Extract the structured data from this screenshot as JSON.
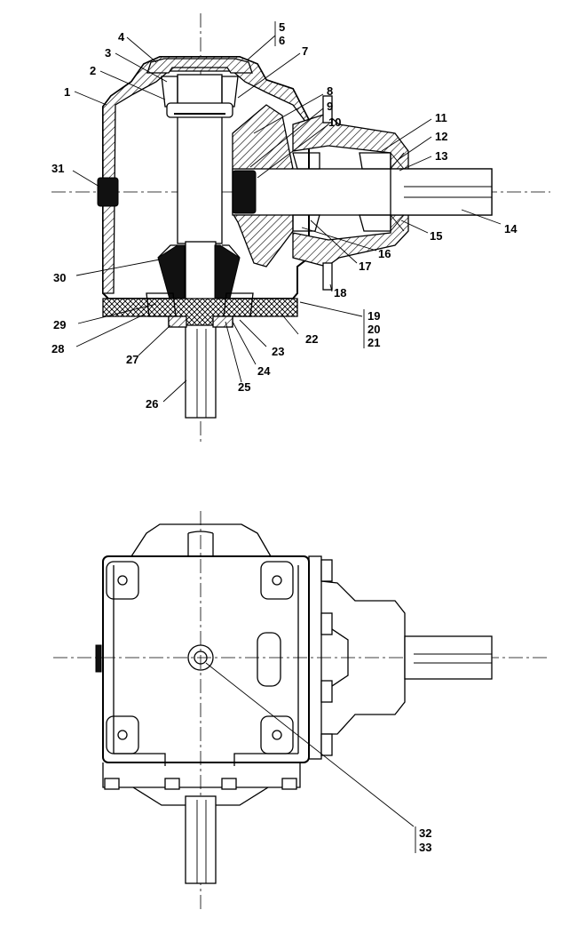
{
  "callouts": {
    "c1": "1",
    "c2": "2",
    "c3": "3",
    "c4": "4",
    "c5": "5",
    "c6": "6",
    "c7": "7",
    "c8": "8",
    "c9": "9",
    "c10": "10",
    "c11": "11",
    "c12": "12",
    "c13": "13",
    "c14": "14",
    "c15": "15",
    "c16": "16",
    "c17": "17",
    "c18": "18",
    "c19": "19",
    "c20": "20",
    "c21": "21",
    "c22": "22",
    "c23": "23",
    "c24": "24",
    "c25": "25",
    "c26": "26",
    "c27": "27",
    "c28": "28",
    "c29": "29",
    "c30": "30",
    "c31": "31",
    "c32": "32",
    "c33": "33"
  },
  "colors": {
    "line": "#000000",
    "background": "#ffffff",
    "seal": "#111111"
  }
}
